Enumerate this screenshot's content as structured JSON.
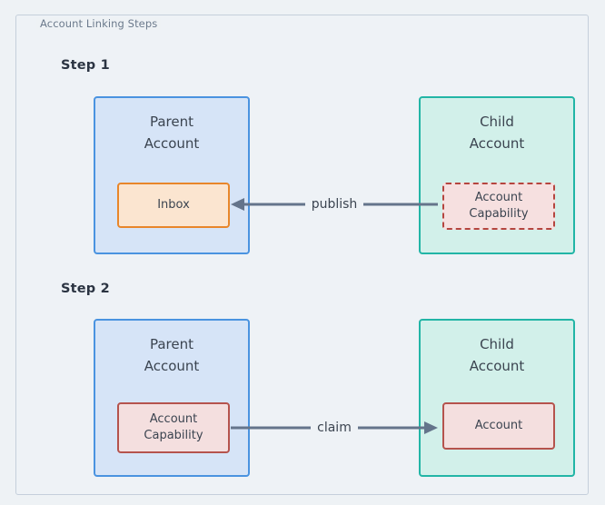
{
  "frame": {
    "legend": "Account Linking Steps"
  },
  "steps": [
    {
      "label": "Step 1",
      "parent": {
        "title": "Parent\nAccount",
        "title_line1": "Parent",
        "title_line2": "Account",
        "inner": {
          "label": "Inbox",
          "style": "solid-orange"
        }
      },
      "child": {
        "title_line1": "Child",
        "title_line2": "Account",
        "inner": {
          "label": "Account\nCapability",
          "style": "dashed-red"
        }
      },
      "connector": {
        "label": "publish",
        "direction": "left"
      }
    },
    {
      "label": "Step 2",
      "parent": {
        "title_line1": "Parent",
        "title_line2": "Account",
        "inner": {
          "label": "Account\nCapability",
          "style": "solid-red"
        }
      },
      "child": {
        "title_line1": "Child",
        "title_line2": "Account",
        "inner": {
          "label": "Account",
          "style": "solid-red"
        }
      },
      "connector": {
        "label": "claim",
        "direction": "right"
      }
    }
  ],
  "colors": {
    "page_background": "#eef2f5",
    "frame_background": "#eef2f6",
    "frame_border": "#c5cfdb",
    "parent_fill": "#d6e4f7",
    "parent_border": "#4a93e0",
    "child_fill": "#d2f0ea",
    "child_border": "#22b5a6",
    "inbox_fill": "#fbe5d0",
    "inbox_border": "#e8862a",
    "capability_fill": "#f6e0e0",
    "capability_border": "#b5453f",
    "arrow": "#64748b",
    "text": "#3b4450",
    "step_text": "#2b3442",
    "legend_text": "#6b7a8c"
  }
}
